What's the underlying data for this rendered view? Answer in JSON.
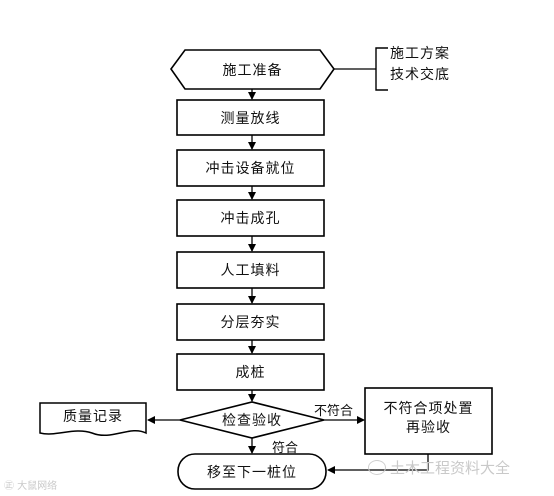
{
  "flowchart": {
    "start": "施工准备",
    "side_note_line1": "施工方案",
    "side_note_line2": "技术交底",
    "steps": [
      "测量放线",
      "冲击设备就位",
      "冲击成孔",
      "人工填料",
      "分层夯实",
      "成桩"
    ],
    "decision": "检查验收",
    "record": "质量记录",
    "rework_line1": "不符合项处置",
    "rework_line2": "再验收",
    "end": "移至下一桩位",
    "label_fail": "不符合",
    "label_pass": "符合"
  },
  "watermark": {
    "left": "㊣ 大鼠网络",
    "right": "土木工程资料大全"
  }
}
